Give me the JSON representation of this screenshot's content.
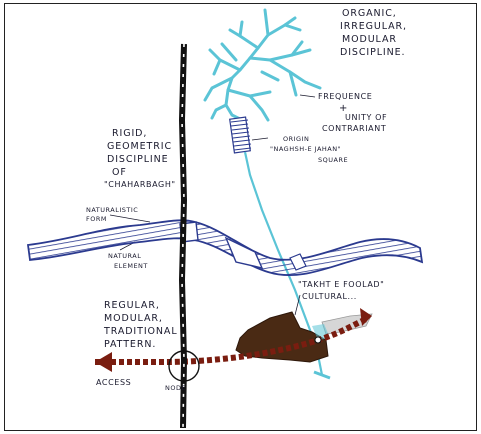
{
  "labels": {
    "organic_1": "ORGANIC,",
    "organic_2": "IRREGULAR,",
    "organic_3": "MODULAR",
    "organic_4": "DISCIPLINE.",
    "frequence": "FREQUENCE",
    "unity_1": "UNITY OF",
    "unity_2": "CONTRARIANT",
    "origin_1": "ORIGIN",
    "origin_2": "\"NAGHSH-E JAHAN\"",
    "origin_3": "SQUARE",
    "rigid_1": "RIGID,",
    "rigid_2": "GEOMETRIC",
    "rigid_3": "DISCIPLINE",
    "rigid_4": "OF",
    "rigid_5": "\"CHAHARBAGH\"",
    "naturalistic_1": "NATURALISTIC",
    "naturalistic_2": "FORM",
    "natural_1": "NATURAL",
    "natural_2": "ELEMENT",
    "takht_1": "\"TAKHT E FOOLAD\"",
    "takht_2": "CULTURAL...",
    "regular_1": "REGULAR,",
    "regular_2": "MODULAR,",
    "regular_3": "TRADITIONAL",
    "regular_4": "PATTERN.",
    "access": "ACCESS",
    "node": "NODE"
  },
  "colors": {
    "organic_line": "#5bc4d6",
    "river_fill": "#ffffff",
    "river_hatch": "#2b3a8f",
    "axis": "#111111",
    "cultural_zone": "#4a2a14",
    "access_arrow": "#7a1d10",
    "ink": "#1a1a2e"
  }
}
